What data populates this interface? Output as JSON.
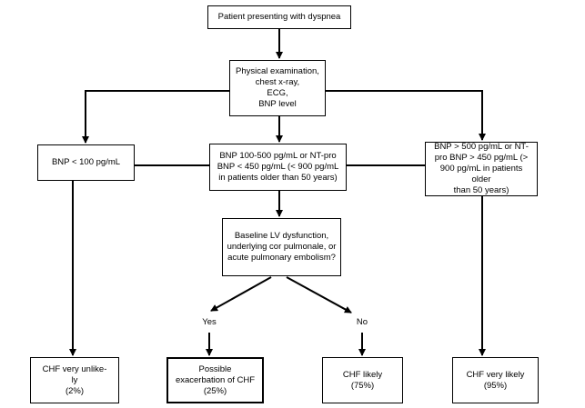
{
  "nodes": {
    "start": {
      "lines": [
        "Patient presenting with dyspnea"
      ]
    },
    "exam": {
      "lines": [
        "Physical examination,",
        "chest x-ray,",
        "ECG,",
        "BNP level"
      ]
    },
    "bnp_low": {
      "lines": [
        "BNP < 100 pg/mL"
      ]
    },
    "bnp_mid": {
      "lines": [
        "BNP 100-500 pg/mL or NT-pro",
        "BNP < 450 pg/mL (< 900 pg/mL",
        "in patients older than 50 years)"
      ]
    },
    "bnp_high": {
      "lines": [
        "BNP > 500 pg/mL or NT-",
        "pro BNP > 450 pg/mL (>",
        "900 pg/mL in patients older",
        "than 50 years)"
      ]
    },
    "baseline": {
      "lines": [
        "Baseline LV dysfunction,",
        "underlying cor pulmonale, or",
        "acute pulmonary embolism?"
      ]
    },
    "chf_unlikely": {
      "lines": [
        "CHF very unlike-",
        "ly",
        "(2%)"
      ]
    },
    "chf_possible": {
      "lines": [
        "Possible",
        "exacerbation of CHF",
        "(25%)"
      ]
    },
    "chf_likely": {
      "lines": [
        "CHF likely",
        "(75%)"
      ]
    },
    "chf_very_likely": {
      "lines": [
        "CHF very likely",
        "(95%)"
      ]
    }
  },
  "branch_labels": {
    "yes": "Yes",
    "no": "No"
  }
}
